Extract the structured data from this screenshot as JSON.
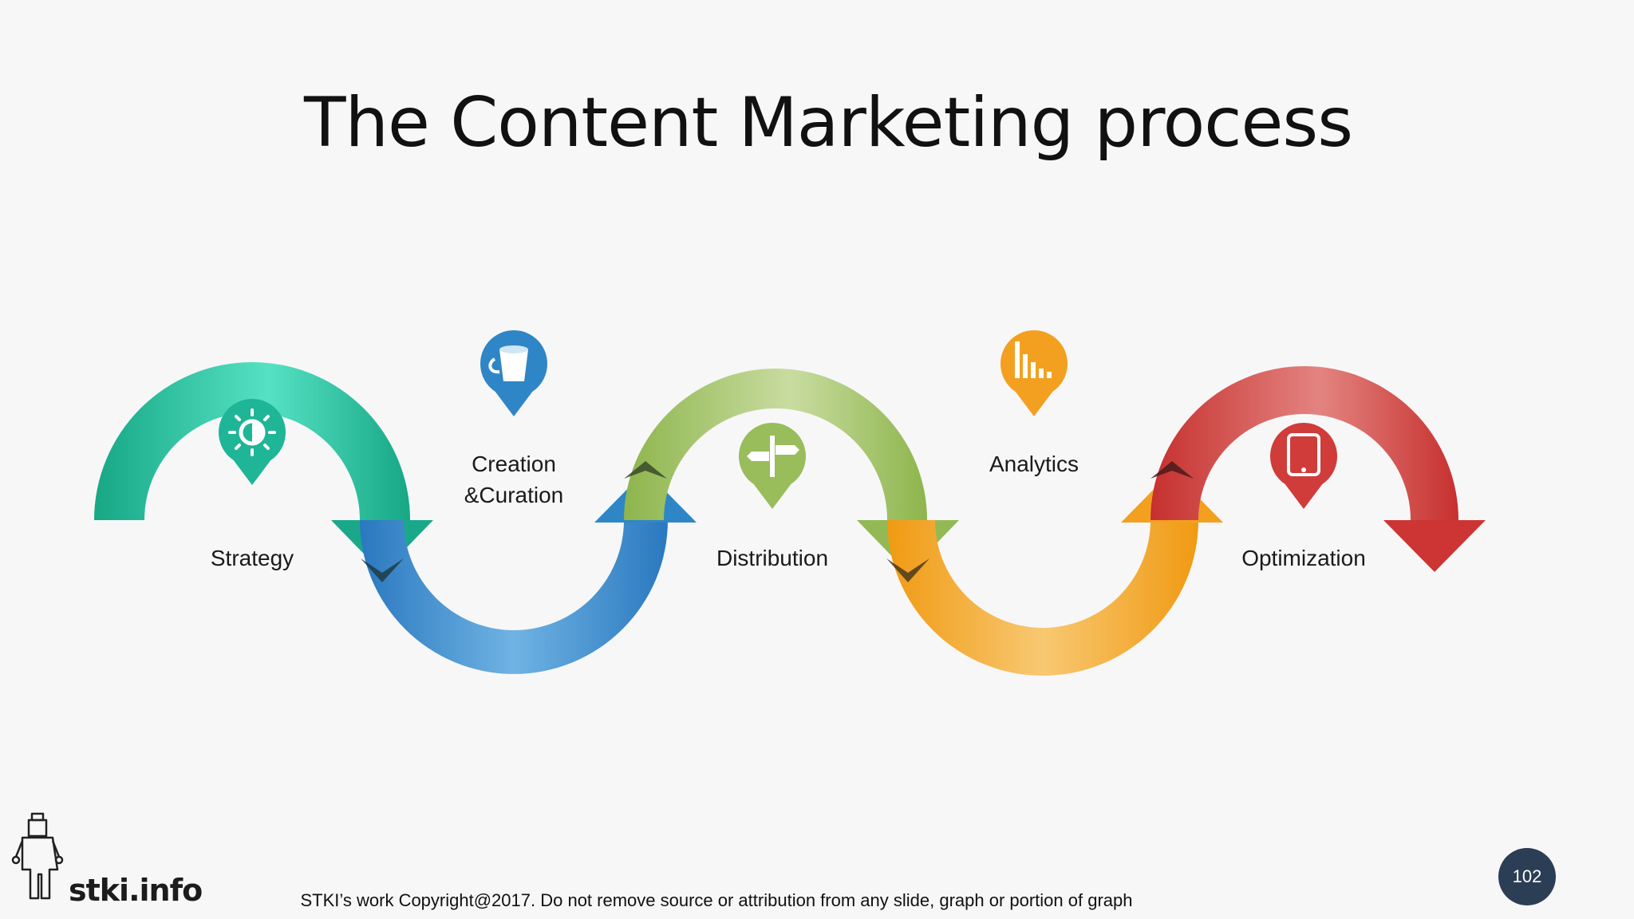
{
  "title": "The Content Marketing process",
  "steps": [
    {
      "label": "Strategy",
      "icon": "lightbulb-icon",
      "color": "#1fb597"
    },
    {
      "label_line1": "Creation",
      "label_line2": "&Curation",
      "icon": "bucket-icon",
      "color": "#2f86c6"
    },
    {
      "label": "Distribution",
      "icon": "signpost-icon",
      "color": "#98bd5a"
    },
    {
      "label": "Analytics",
      "icon": "bar-chart-icon",
      "color": "#f3a020"
    },
    {
      "label": "Optimization",
      "icon": "tablet-icon",
      "color": "#d03c3a"
    }
  ],
  "footer": {
    "copyright": "STKI’s work Copyright@2017. Do not remove source or attribution from any slide, graph or portion of graph",
    "page_number": "102",
    "logo_text": "stki.info"
  }
}
